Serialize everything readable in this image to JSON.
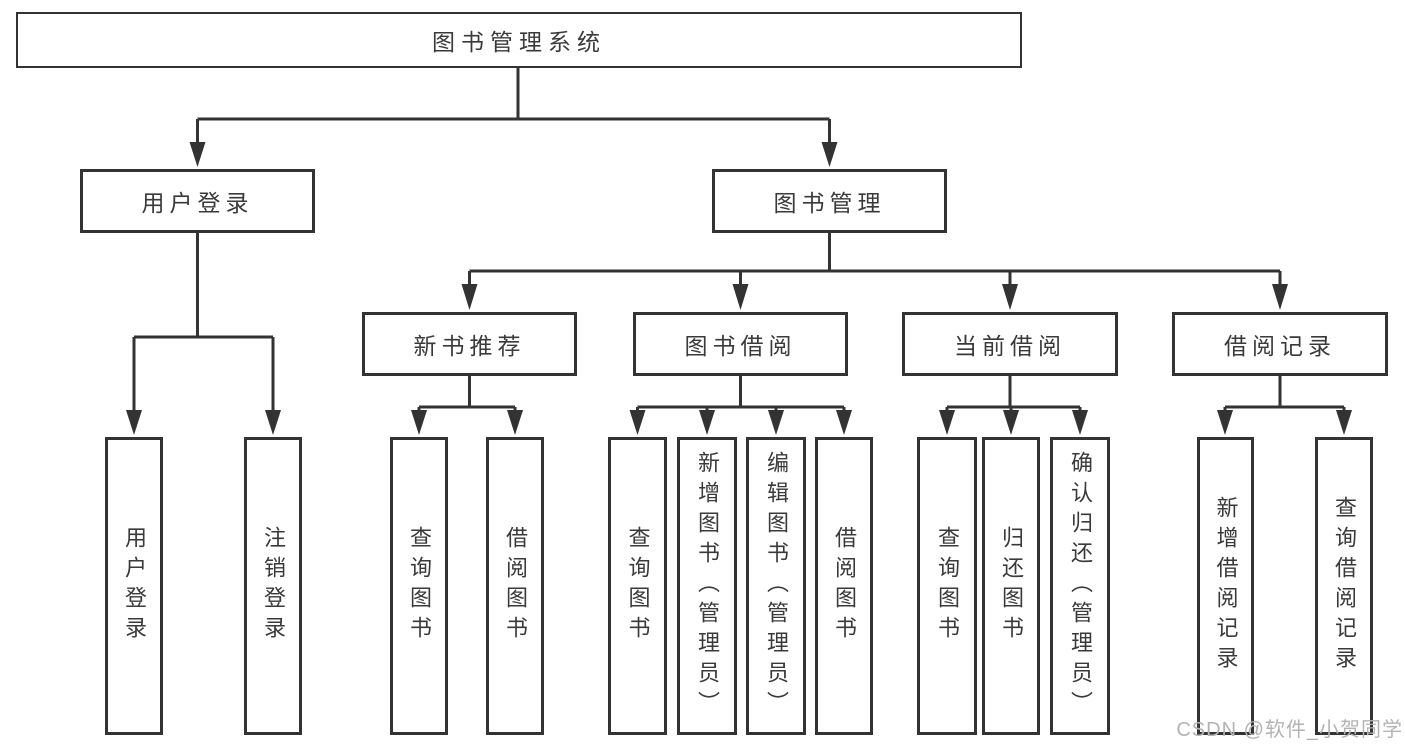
{
  "colors": {
    "line": "#333333",
    "text": "#3a3a3a",
    "box_background": "#ffffff",
    "watermark": "#b3b3b3"
  },
  "tree": {
    "label": "图书管理系统",
    "children": [
      {
        "label": "用户登录",
        "children": [
          {
            "label": "用户登录"
          },
          {
            "label": "注销登录"
          }
        ]
      },
      {
        "label": "图书管理",
        "children": [
          {
            "label": "新书推荐",
            "children": [
              {
                "label": "查询图书"
              },
              {
                "label": "借阅图书"
              }
            ]
          },
          {
            "label": "图书借阅",
            "children": [
              {
                "label": "查询图书"
              },
              {
                "label": "新增图书（管理员）"
              },
              {
                "label": "编辑图书（管理员）"
              },
              {
                "label": "借阅图书"
              }
            ]
          },
          {
            "label": "当前借阅",
            "children": [
              {
                "label": "查询图书"
              },
              {
                "label": "归还图书"
              },
              {
                "label": "确认归还（管理员）"
              }
            ]
          },
          {
            "label": "借阅记录",
            "children": [
              {
                "label": "新增借阅记录"
              },
              {
                "label": "查询借阅记录"
              }
            ]
          }
        ]
      }
    ]
  },
  "watermark": {
    "text": "CSDN @软件_小贺同学"
  }
}
